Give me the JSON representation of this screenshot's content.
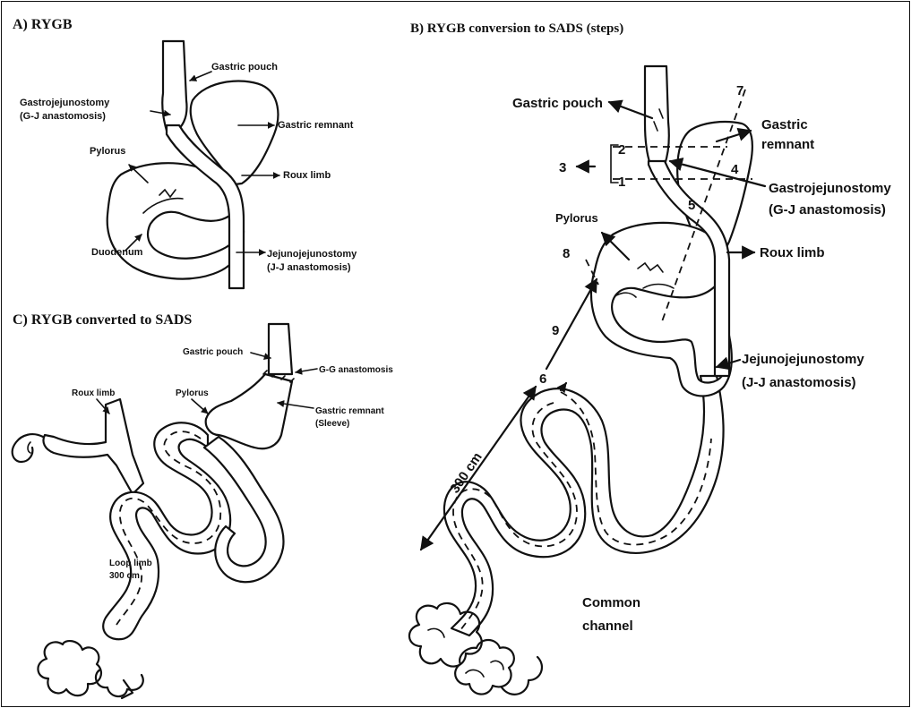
{
  "panels": {
    "a": {
      "title": "A) RYGB",
      "labels": {
        "gastric_pouch": "Gastric pouch",
        "gj_line1": "Gastrojejunostomy",
        "gj_line2": "(G-J anastomosis)",
        "gastric_remnant": "Gastric remnant",
        "pylorus": "Pylorus",
        "roux_limb": "Roux limb",
        "duodenum": "Duodenum",
        "jj_line1": "Jejunojejunostomy",
        "jj_line2": "(J-J anastomosis)"
      }
    },
    "b": {
      "title": "B) RYGB conversion  to SADS (steps)",
      "labels": {
        "gastric_pouch": "Gastric pouch",
        "gastric_line1": "Gastric",
        "gastric_line2": "remnant",
        "gj_line1": "Gastrojejunostomy",
        "gj_line2": "(G-J anastomosis)",
        "pylorus": "Pylorus",
        "roux_limb": "Roux limb",
        "jj_line1": "Jejunojejunostomy",
        "jj_line2": "(J-J anastomosis)",
        "distance": "300 cm",
        "common_line1": "Common",
        "common_line2": "channel"
      },
      "steps": [
        "1",
        "2",
        "3",
        "4",
        "5",
        "6",
        "7",
        "8",
        "9"
      ]
    },
    "c": {
      "title": "C) RYGB converted to SADS",
      "labels": {
        "gastric_pouch": "Gastric pouch",
        "gg": "G-G anastomosis",
        "roux_limb": "Roux limb",
        "pylorus": "Pylorus",
        "remnant_line1": "Gastric remnant",
        "remnant_line2": "(Sleeve)",
        "loop_line1": "Loop limb",
        "loop_line2": "300 cm"
      }
    }
  }
}
